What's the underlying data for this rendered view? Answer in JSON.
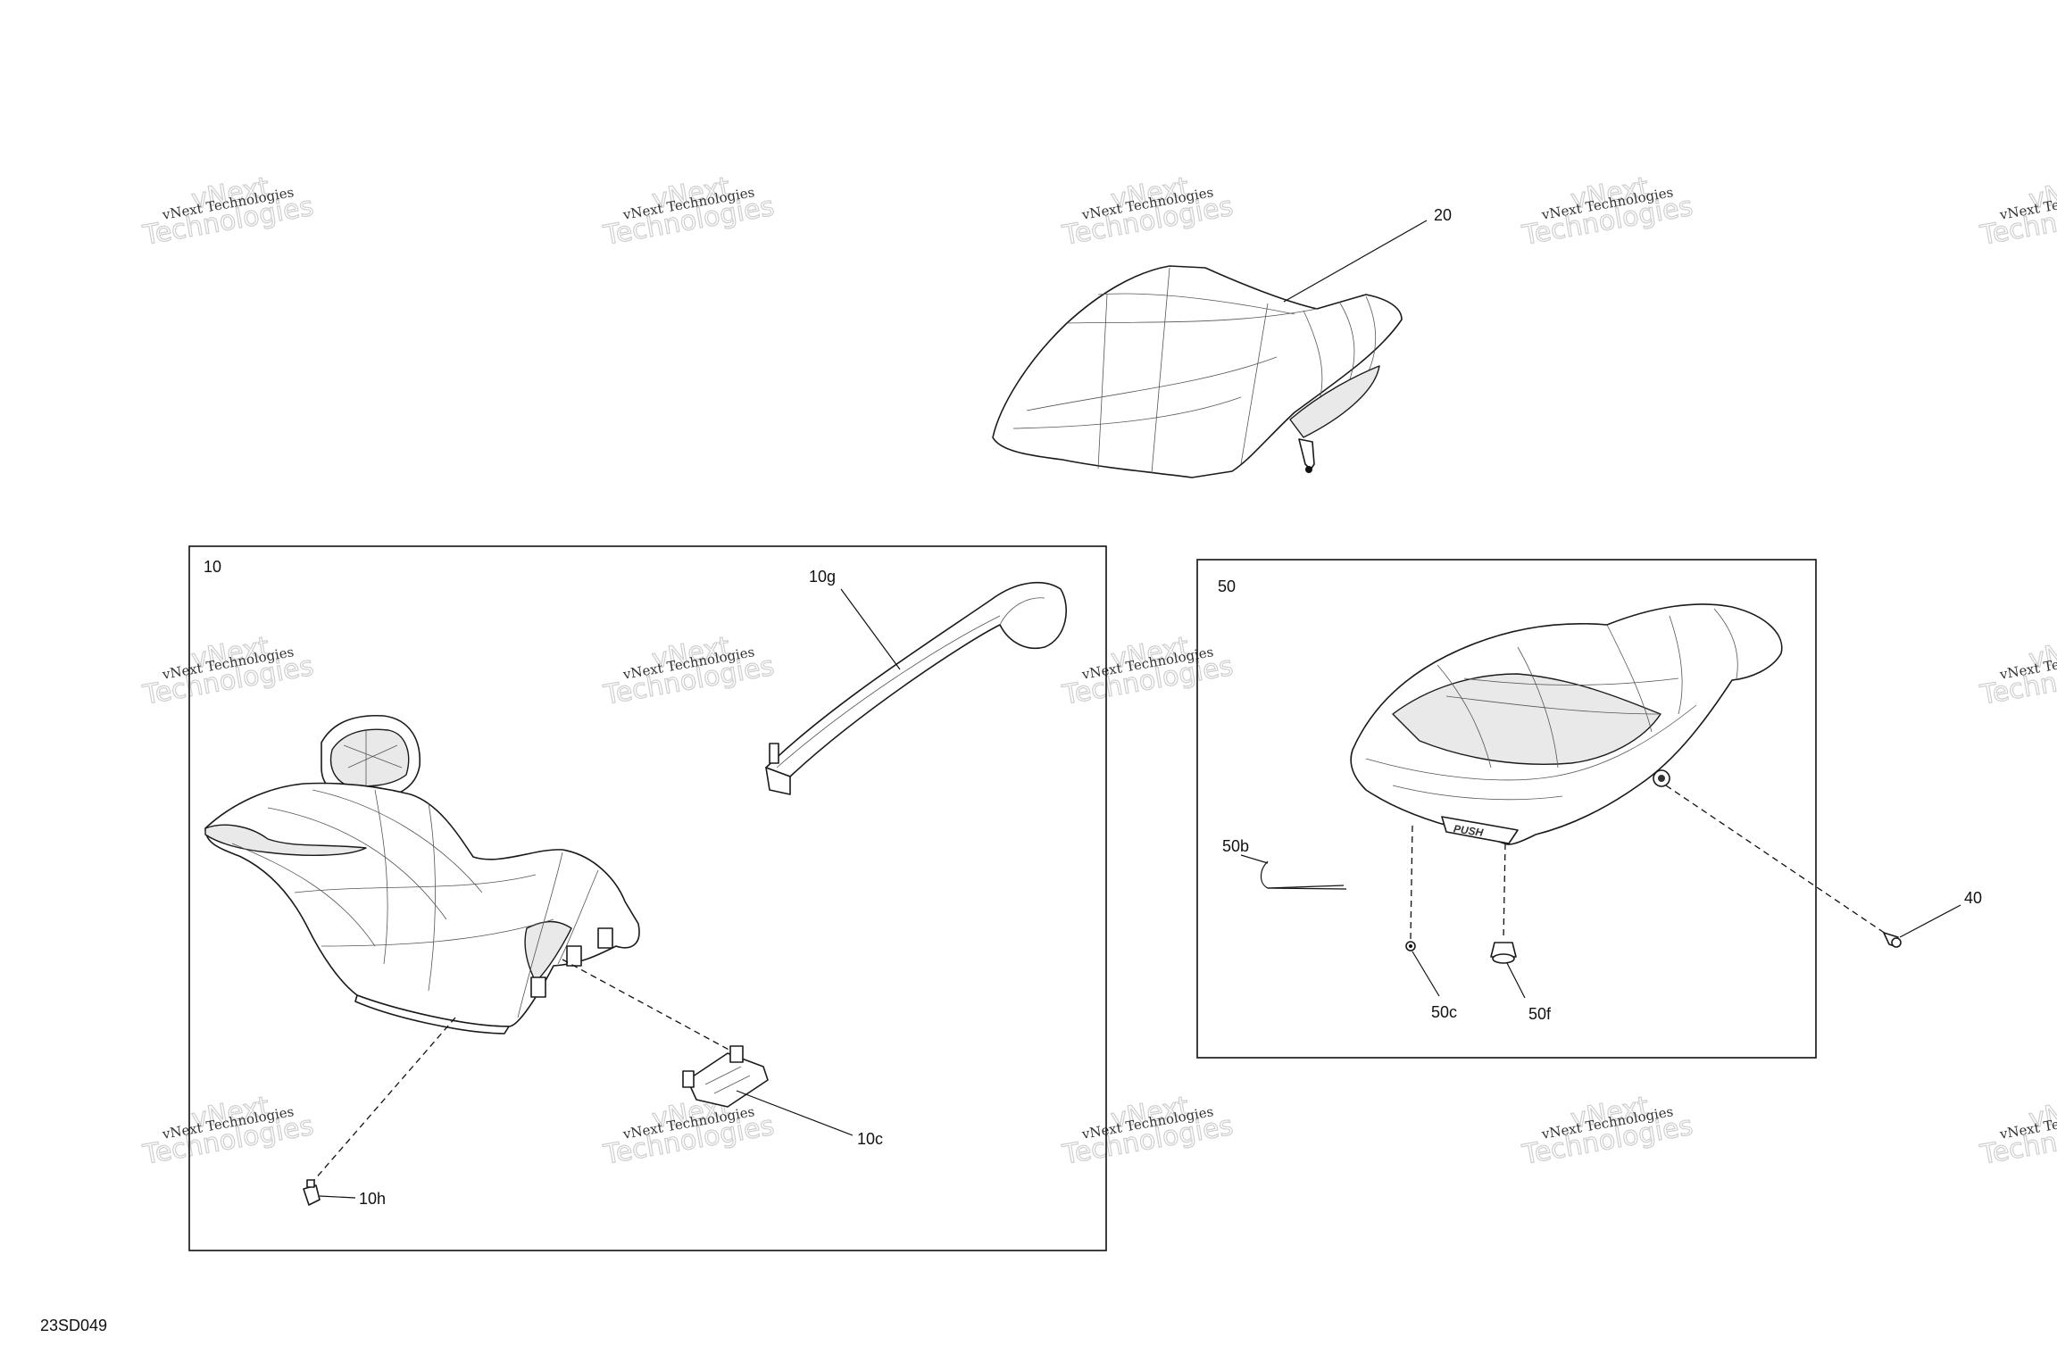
{
  "drawing_code": "23SD049",
  "watermark": {
    "line1": "vNext Technologies",
    "line2": "vNext",
    "line3": "Technologies"
  },
  "callouts": {
    "part_20": "20",
    "part_10": "10",
    "part_10g": "10g",
    "part_10c": "10c",
    "part_10h": "10h",
    "part_50": "50",
    "part_50b": "50b",
    "part_50c": "50c",
    "part_50f": "50f",
    "part_40": "40"
  },
  "part_text": {
    "push_label": "PUSH"
  }
}
